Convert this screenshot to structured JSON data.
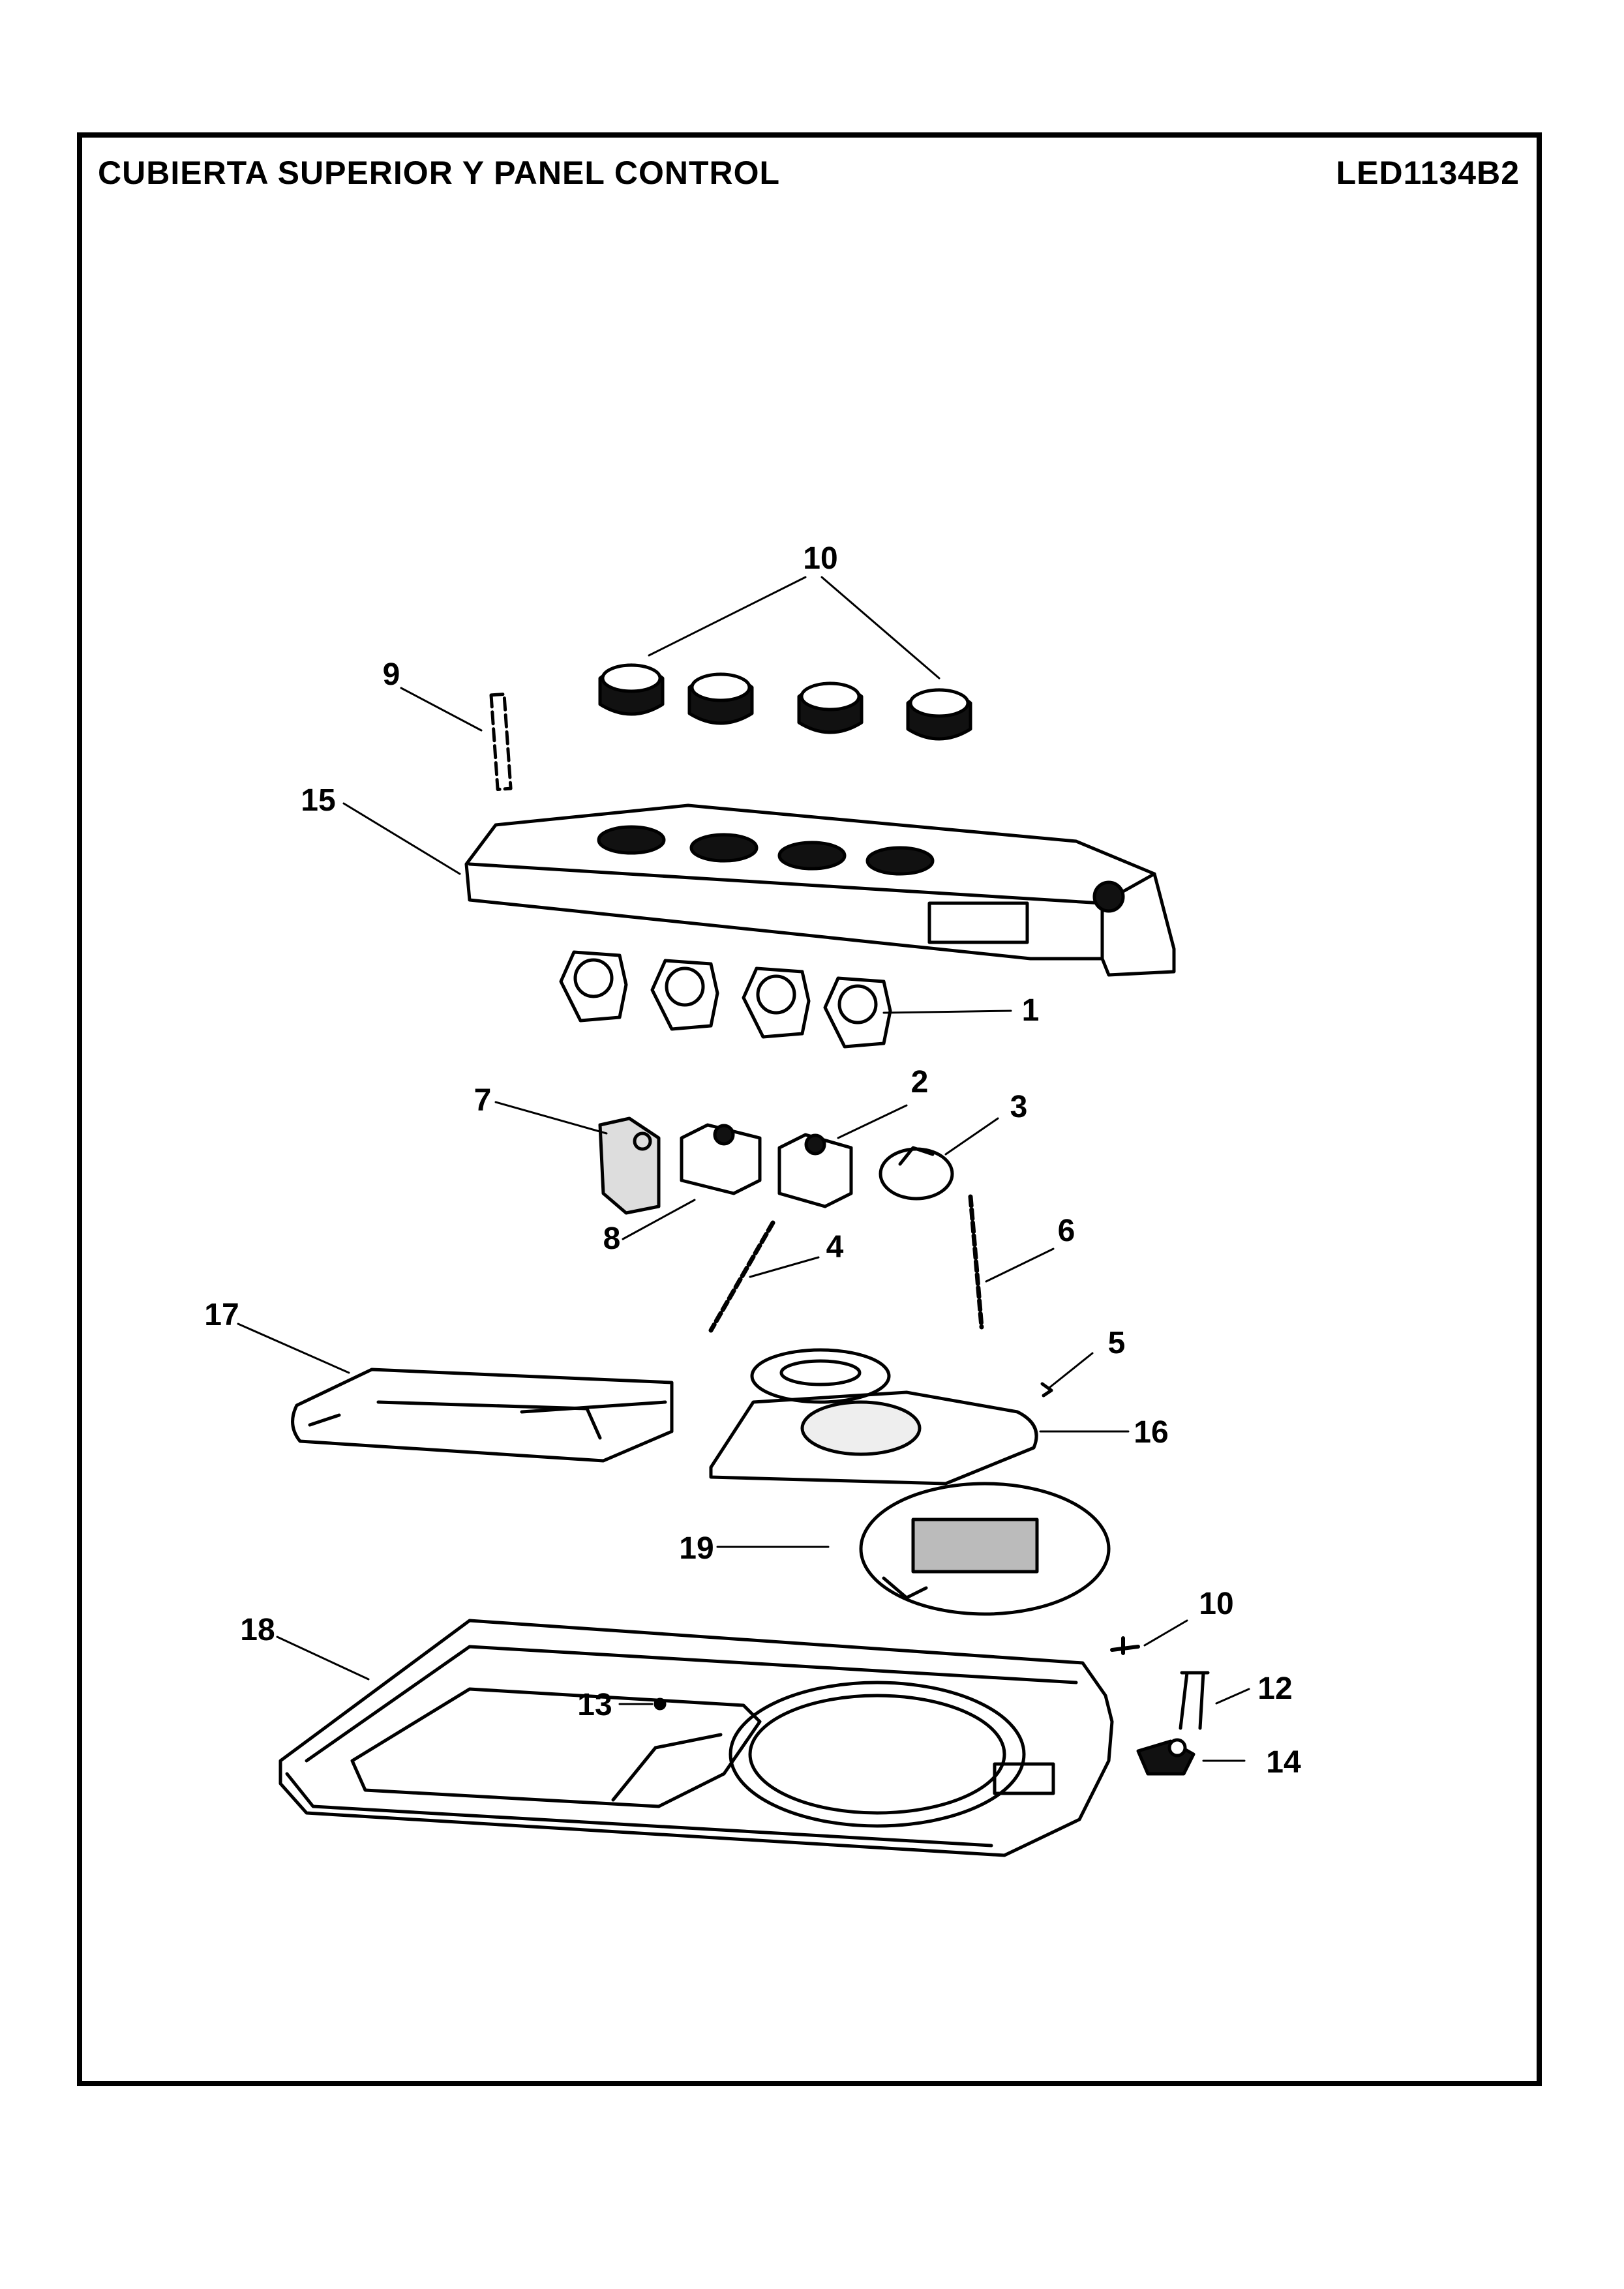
{
  "header": {
    "title": "CUBIERTA SUPERIOR Y PANEL CONTROL",
    "model": "LED1134B2"
  },
  "callouts": {
    "p10_top": "10",
    "p9": "9",
    "p15": "15",
    "p1": "1",
    "p7": "7",
    "p2": "2",
    "p3": "3",
    "p8": "8",
    "p4": "4",
    "p6": "6",
    "p17": "17",
    "p5": "5",
    "p16": "16",
    "p19": "19",
    "p10_right": "10",
    "p18": "18",
    "p12": "12",
    "p13": "13",
    "p14": "14"
  }
}
